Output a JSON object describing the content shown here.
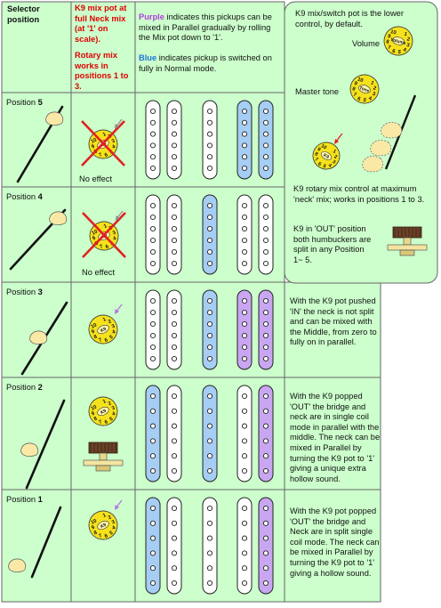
{
  "header": {
    "col1": "Selector position",
    "col2_line1": "K9 mix pot at full Neck mix (at '1' on scale).",
    "col2_line2": "Rotary mix works in positions 1 to 3.",
    "legend_purple_word": "Purple",
    "legend_purple_rest": " indicates this pickups can be mixed in Parallel gradually by rolling the Mix pot down to '1'.",
    "legend_blue_word": "Blue",
    "legend_blue_rest": " indicates pickup is switched on fully in Normal mode."
  },
  "side": {
    "intro": "K9 mix/switch pot is the lower control, by default.",
    "volume_label": "Volume",
    "master_tone_label": "Master tone",
    "rotary_text": "K9 rotary mix control at maximum 'neck' mix; works in positions 1 to 3.",
    "out_text": "K9 in 'OUT' position both humbuckers are split in any Position 1~ 5.",
    "knob_volume": "Volume",
    "knob_tone": "Tone"
  },
  "knob_digits": [
    "1",
    "2",
    "3",
    "4",
    "5",
    "6",
    "7",
    "8",
    "9",
    "10"
  ],
  "rows": [
    {
      "label_prefix": "Position ",
      "label_num": "5",
      "note": "No effect",
      "desc": "",
      "knob_text": "K9",
      "pickups": [
        "white",
        "white",
        "white",
        "blue",
        "blue"
      ]
    },
    {
      "label_prefix": "Position ",
      "label_num": "4",
      "note": "No effect",
      "desc": "",
      "knob_text": "K9",
      "pickups": [
        "white",
        "white",
        "blue",
        "white",
        "white"
      ]
    },
    {
      "label_prefix": "Position ",
      "label_num": "3",
      "note": "",
      "desc": "With the K9 pot pushed 'IN' the neck is not split and can be mixed with the Middle, from zero to fully on in parallel.",
      "knob_text": "K9",
      "pickups": [
        "white",
        "white",
        "blue",
        "purple",
        "purple"
      ]
    },
    {
      "label_prefix": "Position ",
      "label_num": "2",
      "note": "",
      "desc": "With the K9 popped 'OUT' the bridge and neck are in single coil mode in parallel with the middle. The neck can be mixed in Parallel by turning the K9 pot to '1' giving a unique extra hollow sound.",
      "knob_text": "K9",
      "pickups": [
        "blue",
        "white",
        "blue",
        "white",
        "purple"
      ]
    },
    {
      "label_prefix": "Position ",
      "label_num": "1",
      "note": "",
      "desc": "With the K9 pot popped 'OUT' the bridge and Neck are in split single coil mode. The neck can be mixed in Parallel by turning the K9 pot to '1' giving a hollow sound.",
      "knob_text": "K9",
      "pickups": [
        "blue",
        "white",
        "white",
        "white",
        "purple"
      ]
    }
  ],
  "colors": {
    "panel": "#ccffcc",
    "border": "#666666",
    "blue": "#a6cdf3",
    "purple": "#c9a6f1",
    "white": "#ffffff",
    "knob": "#f5e21c",
    "tip": "#fae9a6",
    "cross": "#e32020",
    "arrow_gray": "#8f8f8f",
    "arrow_red": "#e32020",
    "arrow_purple": "#b872e8",
    "label_red": "#e00000",
    "label_purple": "#b23cdc",
    "label_blue": "#1b74d8"
  }
}
